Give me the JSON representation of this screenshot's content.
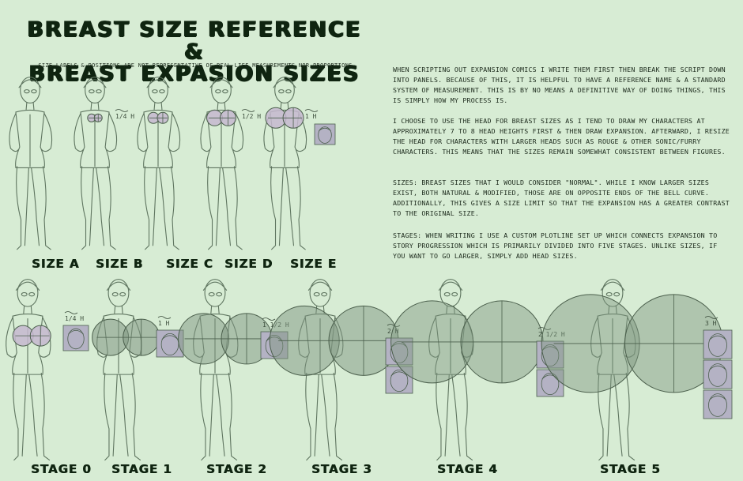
{
  "title_line1": "BREAST SIZE REFERENCE &",
  "title_line2": "BREAST EXPASION SIZES",
  "subtitle": "-SIZE LABELS & POSITIONS ARE NOT REPRESENTATIVE OF REAL-LIFE MEASUREMENTS NOR PROPORTIONS-",
  "paragraphs": [
    "WHEN SCRIPTING OUT EXPANSION COMICS I WRITE THEM FIRST THEN BREAK THE SCRIPT DOWN INTO PANELS. BECAUSE OF THIS, IT IS HELPFUL TO HAVE A REFERENCE NAME & A STANDARD SYSTEM OF MEASUREMENT. THIS IS BY NO MEANS A DEFINITIVE WAY OF DOING THINGS, THIS IS SIMPLY HOW MY PROCESS IS.",
    "I CHOOSE TO USE THE HEAD FOR BREAST SIZES AS I TEND TO DRAW MY CHARACTERS AT APPROXIMATELY 7 TO 8 HEAD HEIGHTS FIRST & THEN DRAW EXPANSION. AFTERWARD, I RESIZE THE HEAD FOR CHARACTERS WITH LARGER HEADS SUCH AS ROUGE & OTHER SONIC/FURRY CHARACTERS. THIS MEANS THAT THE SIZES REMAIN SOMEWHAT CONSISTENT BETWEEN FIGURES.",
    "SIZES: BREAST SIZES THAT I WOULD CONSIDER \"NORMAL\". WHILE I KNOW LARGER SIZES EXIST, BOTH NATURAL & MODIFIED, THOSE ARE ON OPPOSITE ENDS OF THE BELL CURVE. ADDITIONALLY, THIS GIVES A SIZE LIMIT SO THAT THE EXPANSION HAS A GREATER CONTRAST TO THE ORIGINAL SIZE.",
    "STAGES: WHEN WRITING I USE A CUSTOM PLOTLINE SET UP WHICH CONNECTS EXPANSION TO STORY PROGRESSION WHICH IS PRIMARILY DIVIDED INTO FIVE STAGES. UNLIKE SIZES, IF YOU WANT TO GO LARGER, SIMPLY ADD HEAD SIZES."
  ],
  "size_labels": [
    "SIZE A",
    "SIZE B",
    "SIZE C",
    "SIZE D",
    "SIZE E"
  ],
  "stage_labels": [
    "STAGE 0",
    "STAGE 1",
    "STAGE 2",
    "STAGE 3",
    "STAGE 4",
    "STAGE 5"
  ],
  "size_marks": [
    "",
    "1/4 H",
    "",
    "1/2 H",
    "1 H"
  ],
  "stage_marks": [
    "1/4 H",
    "1 H",
    "1 1/2 H",
    "2 H",
    "2 1/2 H",
    "3 H"
  ],
  "colors": {
    "background": "#d7ecd4",
    "sketch_line": "#5f7560",
    "breast_fill_small": "#c5b9cf",
    "breast_fill_large": "#7f9681",
    "head_box": "#b4b2c4"
  }
}
